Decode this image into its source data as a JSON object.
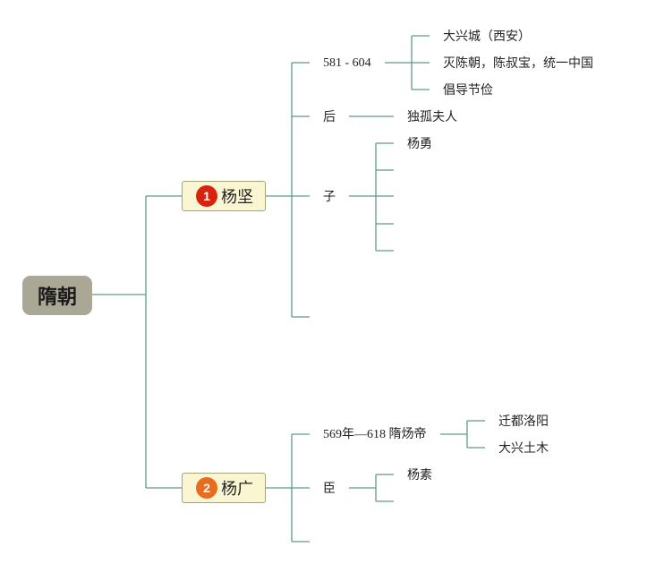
{
  "root": {
    "label": "隋朝"
  },
  "branches": [
    {
      "badge": "1",
      "name": "杨坚",
      "years": {
        "label": "581 - 604",
        "items": [
          "大兴城（西安）",
          "灭陈朝，陈叔宝，统一中国",
          "倡导节俭"
        ]
      },
      "empress": {
        "label": "后",
        "value": "独孤夫人"
      },
      "sons": {
        "label": "子",
        "items": [
          "杨勇",
          "",
          "",
          "",
          ""
        ]
      }
    },
    {
      "badge": "2",
      "name": "杨广",
      "years": {
        "label": "569年—618 隋炀帝",
        "items": [
          "迁都洛阳",
          "大兴土木"
        ]
      },
      "ministers": {
        "label": "臣",
        "items": [
          "杨素",
          ""
        ]
      }
    }
  ],
  "colors": {
    "line": "#5f9b86",
    "root_fill": "#a9a796",
    "topic_fill": "#fbf6d2",
    "badge_1": "#d9230f",
    "badge_2": "#e86c1f"
  }
}
